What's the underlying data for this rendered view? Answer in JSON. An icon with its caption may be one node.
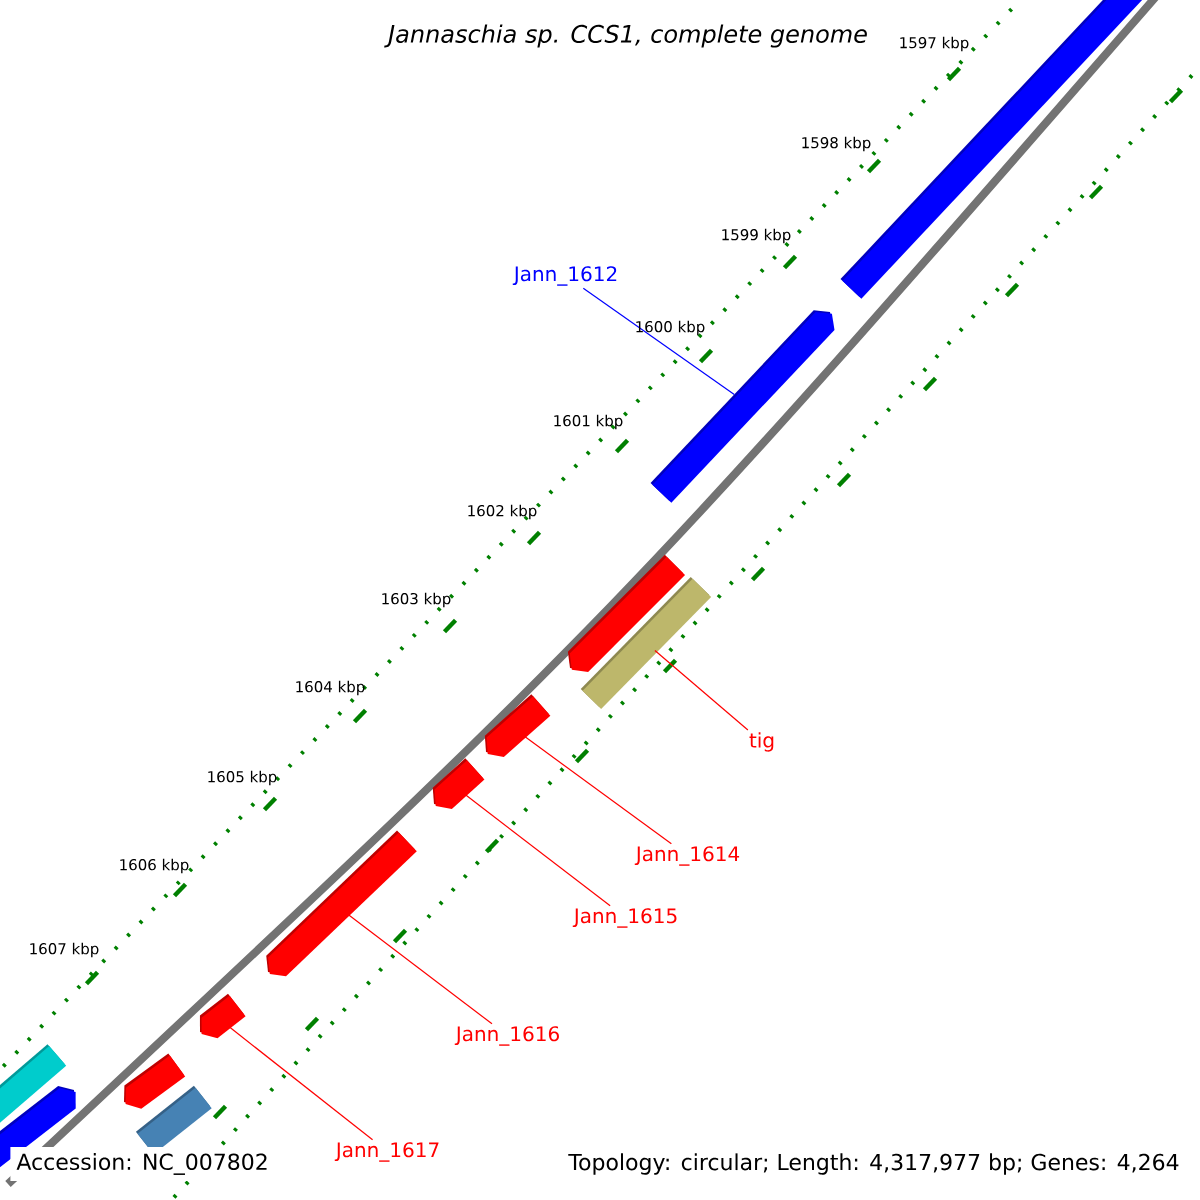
{
  "diagram": {
    "title": "*Jannaschia sp. CCS1, complete genome*",
    "nodes": [
      {
        "text": [
          "Jann_1612"
        ]
      },
      {
        "text": [
          "tig"
        ]
      },
      {
        "text": [
          "Jann_1614"
        ]
      },
      {
        "text": [
          "Jann_1615"
        ]
      },
      {
        "text": [
          "Jann_1616"
        ]
      },
      {
        "text": [
          "Jann_1617"
        ]
      },
      {
        "text": [],
        "shape": "bar"
      },
      {
        "text": [],
        "shape": "pentagon"
      },
      {
        "text": [],
        "shape": "pentagon"
      },
      {
        "text": [],
        "shape": "bar"
      },
      {
        "text": [],
        "shape": "pentagon"
      },
      {
        "text": [],
        "shape": "pentagon"
      },
      {
        "text": [],
        "shape": "pentagon"
      },
      {
        "text": [],
        "shape": "pentagon"
      },
      {
        "text": [],
        "shape": "pentagon"
      },
      {
        "text": [],
        "shape": "bar"
      },
      {
        "text": [],
        "shape": "bar"
      },
      {
        "text": [],
        "shape": "pentagon"
      }
    ],
    "edges": [
      {
        "from": 0,
        "to": 7,
        "arrow": "none",
        "color": "#0000ff"
      },
      {
        "from": 1,
        "to": 9,
        "arrow": "none"
      },
      {
        "from": 2,
        "to": 10,
        "arrow": "none"
      },
      {
        "from": 3,
        "to": 11,
        "arrow": "none"
      },
      {
        "from": 4,
        "to": 12,
        "arrow": "none"
      },
      {
        "from": 5,
        "to": 13,
        "arrow": "none"
      }
    ],
    "labels": [
      "1597 kbp",
      "1598 kbp",
      "1599 kbp",
      "1600 kbp",
      "1601 kbp",
      "1602 kbp",
      "1603 kbp",
      "1604 kbp",
      "1605 kbp",
      "1606 kbp",
      "1607 kbp",
      "Accession: NC_007802",
      "Topology: circular; Length: 4,317,977 bp; Genes: 4,264"
    ]
  }
}
